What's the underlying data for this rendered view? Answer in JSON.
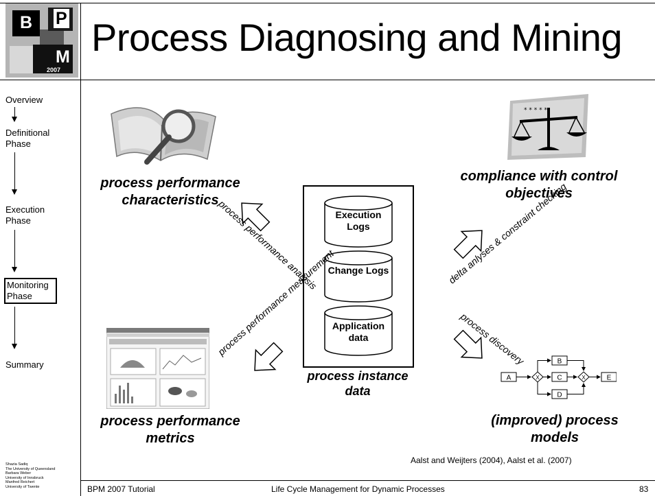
{
  "title": "Process Diagnosing and Mining",
  "logo": {
    "letters": [
      "B",
      "P",
      "M"
    ],
    "year": "2007"
  },
  "nav": {
    "overview": "Overview",
    "definitional": "Definitional Phase",
    "execution": "Execution Phase",
    "monitoring": "Monitoring Phase",
    "summary": "Summary"
  },
  "diagram": {
    "center_caption": "process instance data",
    "cylinders": [
      "Execution Logs",
      "Change Logs",
      "Application data"
    ],
    "top_left_caption": "process performance characteristics",
    "bottom_left_caption": "process performance metrics",
    "top_right_caption": "compliance with control objectives",
    "bottom_right_caption": "(improved) process models",
    "arrow_tl": "process performance analysis",
    "arrow_bl": "process performance measurement",
    "arrow_tr": "delta anlyses & constraint checking",
    "arrow_br": "process discovery",
    "model_nodes": {
      "a": "A",
      "b": "B",
      "c": "C",
      "d": "D",
      "e": "E"
    },
    "gateway": "X",
    "reference": "Aalst  and Weijters (2004), Aalst et al. (2007)"
  },
  "credits": [
    "Shazia Sadiq",
    "The University of Queensland",
    "Barbara Weber",
    "University of Innsbruck",
    "Manfred Reichert",
    "University of Twente"
  ],
  "footer": {
    "left": "BPM 2007 Tutorial",
    "center": "Life Cycle Management for Dynamic Processes",
    "page": "83"
  },
  "icons": {
    "book": "book-magnifier-icon",
    "scales": "scales-icon",
    "screenshot": "performance-screenshot-thumbnail"
  }
}
